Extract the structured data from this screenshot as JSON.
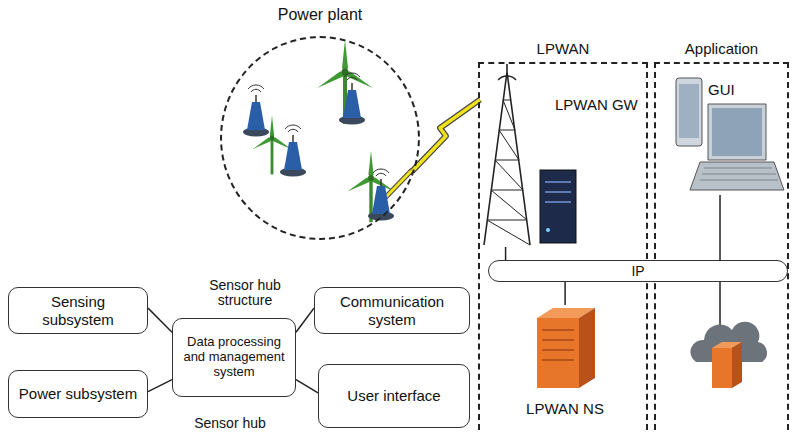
{
  "diagram": {
    "nodes": [
      {
        "text": [
          "Power plant"
        ]
      },
      {
        "text": [
          "LPWAN"
        ]
      },
      {
        "text": [
          "Application"
        ]
      },
      {
        "text": [
          "LPWAN GW"
        ],
        "in": 1
      },
      {
        "text": [
          "GUI"
        ],
        "in": 2
      },
      {
        "text": [
          "IP"
        ]
      },
      {
        "text": [
          "LPWAN NS"
        ],
        "in": 1
      },
      {
        "text": [
          "Sensing subsystem"
        ]
      },
      {
        "text": [
          "Data processing and management system"
        ]
      },
      {
        "text": [
          "Communication system"
        ]
      },
      {
        "text": [
          "Power subsystem"
        ]
      },
      {
        "text": [
          "User interface"
        ]
      }
    ],
    "edges": [
      {
        "from": 0,
        "to": 3,
        "arrow": "none"
      },
      {
        "from": 3,
        "to": 5,
        "arrow": "none"
      },
      {
        "from": 4,
        "to": 5,
        "arrow": "none"
      },
      {
        "from": 5,
        "to": 6,
        "arrow": "none"
      },
      {
        "from": 7,
        "to": 8,
        "arrow": "none"
      },
      {
        "from": 8,
        "to": 9,
        "arrow": "none"
      },
      {
        "from": 10,
        "to": 8,
        "arrow": "none"
      },
      {
        "from": 8,
        "to": 11,
        "arrow": "none"
      }
    ],
    "labels": [
      "Sensor hub structure",
      "Sensor hub"
    ]
  }
}
